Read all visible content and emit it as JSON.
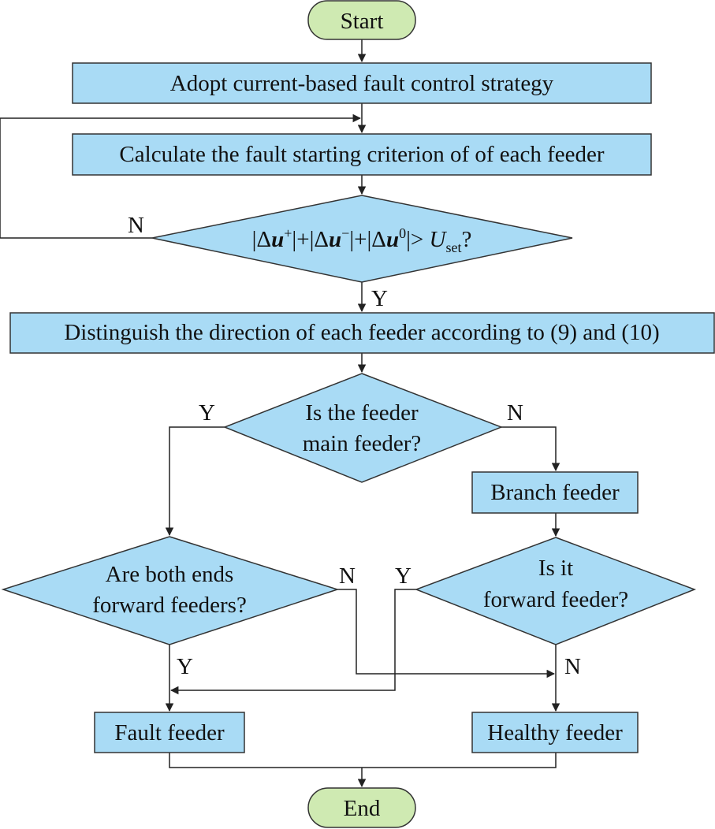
{
  "colors": {
    "process_fill": "#a9dbf5",
    "terminal_fill": "#cfeab2",
    "line": "#222222"
  },
  "nodes": {
    "start": "Start",
    "adopt": "Adopt current-based fault control strategy",
    "calc": "Calculate the fault starting criterion of of each feeder",
    "criterion": {
      "t1": "|Δ",
      "t2": "u",
      "t3": "+",
      "t4": "|+|Δ",
      "t5": "u",
      "t6": "−",
      "t7": "|+|Δ",
      "t8": "u",
      "t9": "0",
      "t10": "|> ",
      "t11": "U",
      "t12": "set",
      "t13": "?"
    },
    "distinguish": "Distinguish the direction of each feeder according to (9) and (10)",
    "main_q": {
      "line1": "Is the feeder",
      "line2": "main feeder?"
    },
    "branch": "Branch feeder",
    "both_q": {
      "line1": "Are both ends",
      "line2": "forward feeders?"
    },
    "fwd_q": {
      "line1": "Is it",
      "line2": "forward feeder?"
    },
    "fault": "Fault feeder",
    "healthy": "Healthy feeder",
    "end": "End"
  },
  "labels": {
    "criterion_n": "N",
    "criterion_y": "Y",
    "main_y": "Y",
    "main_n": "N",
    "both_n": "N",
    "both_y": "Y",
    "fwd_y": "Y",
    "fwd_n": "N"
  }
}
